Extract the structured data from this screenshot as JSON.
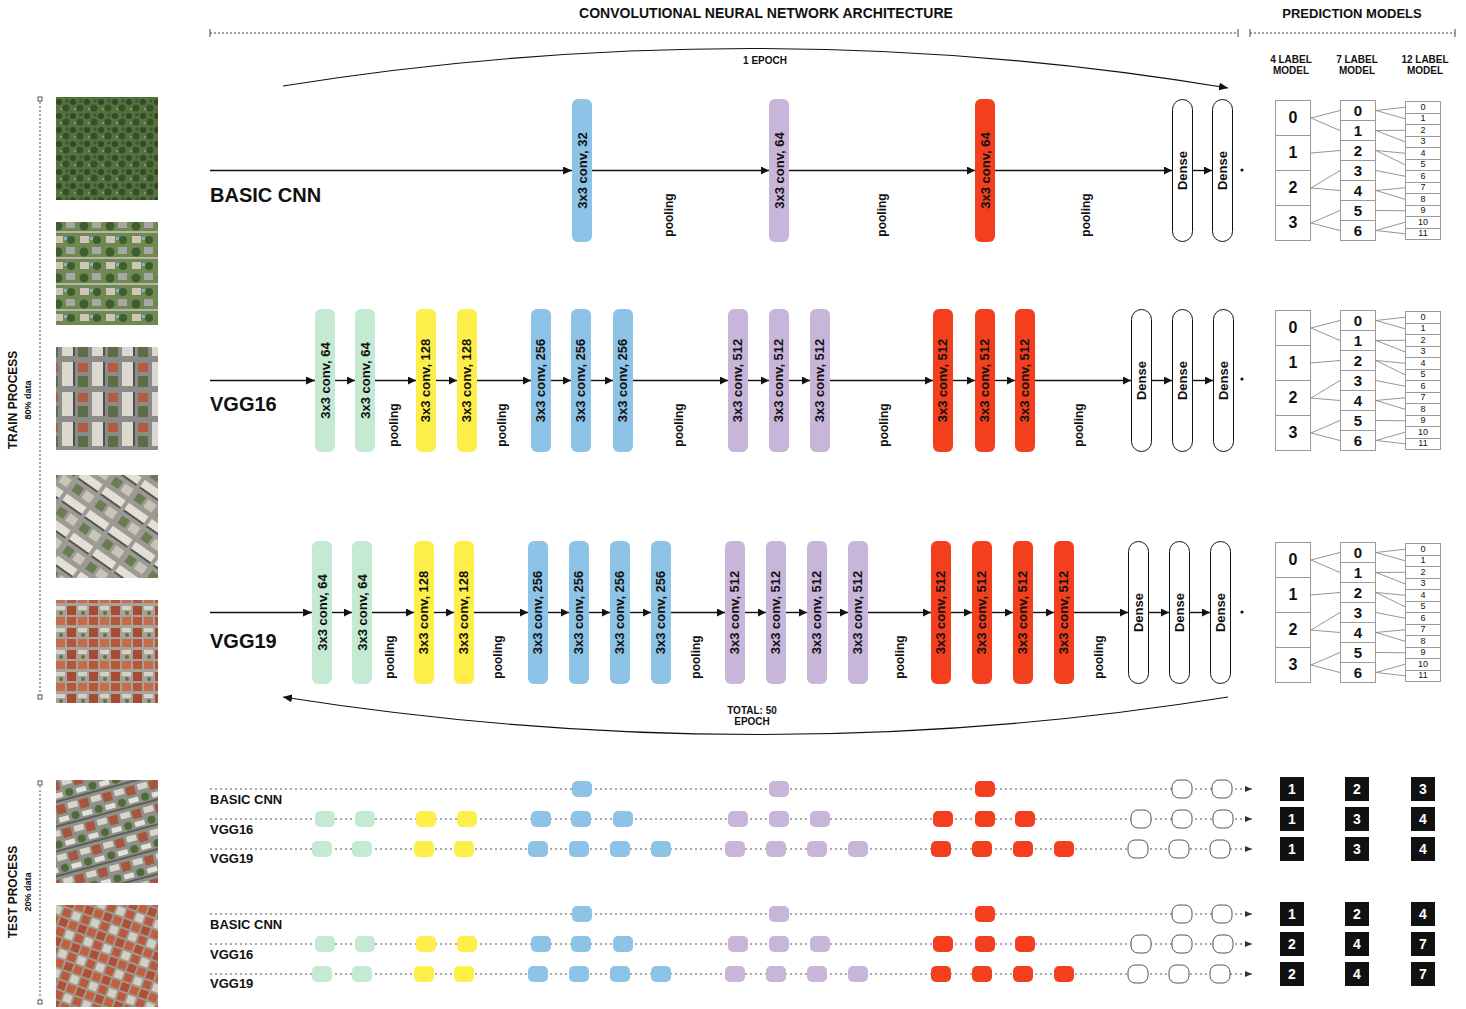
{
  "diagram": {
    "title": "CONVOLUTIONAL NEURAL NETWORK ARCHITECTURE",
    "nodes": [
      {
        "text": [
          "3x3 conv, 32"
        ]
      },
      {
        "text": [
          "3x3 conv, 64"
        ]
      },
      {
        "text": [
          "3x3 conv, 64"
        ]
      },
      {
        "text": [
          "Dense"
        ]
      },
      {
        "text": [
          "Dense"
        ]
      },
      {
        "text": [
          "0"
        ]
      },
      {
        "text": [
          "1"
        ]
      },
      {
        "text": [
          "2"
        ]
      },
      {
        "text": [
          "3"
        ]
      },
      {
        "text": [
          "0"
        ]
      },
      {
        "text": [
          "1"
        ]
      },
      {
        "text": [
          "2"
        ]
      },
      {
        "text": [
          "3"
        ]
      },
      {
        "text": [
          "4"
        ]
      },
      {
        "text": [
          "5"
        ]
      },
      {
        "text": [
          "6"
        ]
      },
      {
        "text": [
          "0"
        ]
      },
      {
        "text": [
          "1"
        ]
      },
      {
        "text": [
          "2"
        ]
      },
      {
        "text": [
          "3"
        ]
      },
      {
        "text": [
          "4"
        ]
      },
      {
        "text": [
          "5"
        ]
      },
      {
        "text": [
          "6"
        ]
      },
      {
        "text": [
          "7"
        ]
      },
      {
        "text": [
          "8"
        ]
      },
      {
        "text": [
          "9"
        ]
      },
      {
        "text": [
          "10"
        ]
      },
      {
        "text": [
          "11"
        ]
      },
      {
        "text": [
          "3x3 conv, 64"
        ]
      },
      {
        "text": [
          "3x3 conv, 64"
        ]
      },
      {
        "text": [
          "3x3 conv, 128"
        ]
      },
      {
        "text": [
          "3x3 conv, 128"
        ]
      },
      {
        "text": [
          "3x3 conv, 256"
        ]
      },
      {
        "text": [
          "3x3 conv, 256"
        ]
      },
      {
        "text": [
          "3x3 conv, 256"
        ]
      },
      {
        "text": [
          "3x3 conv, 512"
        ]
      },
      {
        "text": [
          "3x3 conv, 512"
        ]
      },
      {
        "text": [
          "3x3 conv, 512"
        ]
      },
      {
        "text": [
          "3x3 conv, 512"
        ]
      },
      {
        "text": [
          "3x3 conv, 512"
        ]
      },
      {
        "text": [
          "3x3 conv, 512"
        ]
      },
      {
        "text": [
          "Dense"
        ]
      },
      {
        "text": [
          "Dense"
        ]
      },
      {
        "text": [
          "Dense"
        ]
      },
      {
        "text": [
          "0"
        ]
      },
      {
        "text": [
          "1"
        ]
      },
      {
        "text": [
          "2"
        ]
      },
      {
        "text": [
          "3"
        ]
      },
      {
        "text": [
          "0"
        ]
      },
      {
        "text": [
          "1"
        ]
      },
      {
        "text": [
          "2"
        ]
      },
      {
        "text": [
          "3"
        ]
      },
      {
        "text": [
          "4"
        ]
      },
      {
        "text": [
          "5"
        ]
      },
      {
        "text": [
          "6"
        ]
      },
      {
        "text": [
          "0"
        ]
      },
      {
        "text": [
          "1"
        ]
      },
      {
        "text": [
          "2"
        ]
      },
      {
        "text": [
          "3"
        ]
      },
      {
        "text": [
          "4"
        ]
      },
      {
        "text": [
          "5"
        ]
      },
      {
        "text": [
          "6"
        ]
      },
      {
        "text": [
          "7"
        ]
      },
      {
        "text": [
          "8"
        ]
      },
      {
        "text": [
          "9"
        ]
      },
      {
        "text": [
          "10"
        ]
      },
      {
        "text": [
          "11"
        ]
      },
      {
        "text": [
          "3x3 conv, 64"
        ]
      },
      {
        "text": [
          "3x3 conv, 64"
        ]
      },
      {
        "text": [
          "3x3 conv, 128"
        ]
      },
      {
        "text": [
          "3x3 conv, 128"
        ]
      },
      {
        "text": [
          "3x3 conv, 256"
        ]
      },
      {
        "text": [
          "3x3 conv, 256"
        ]
      },
      {
        "text": [
          "3x3 conv, 256"
        ]
      },
      {
        "text": [
          "3x3 conv, 256"
        ]
      },
      {
        "text": [
          "3x3 conv, 512"
        ]
      },
      {
        "text": [
          "3x3 conv, 512"
        ]
      },
      {
        "text": [
          "3x3 conv, 512"
        ]
      },
      {
        "text": [
          "3x3 conv, 512"
        ]
      },
      {
        "text": [
          "3x3 conv, 512"
        ]
      },
      {
        "text": [
          "3x3 conv, 512"
        ]
      },
      {
        "text": [
          "3x3 conv, 512"
        ]
      },
      {
        "text": [
          "3x3 conv, 512"
        ]
      },
      {
        "text": [
          "Dense"
        ]
      },
      {
        "text": [
          "Dense"
        ]
      },
      {
        "text": [
          "Dense"
        ]
      },
      {
        "text": [
          "0"
        ]
      },
      {
        "text": [
          "1"
        ]
      },
      {
        "text": [
          "2"
        ]
      },
      {
        "text": [
          "3"
        ]
      },
      {
        "text": [
          "0"
        ]
      },
      {
        "text": [
          "1"
        ]
      },
      {
        "text": [
          "2"
        ]
      },
      {
        "text": [
          "3"
        ]
      },
      {
        "text": [
          "4"
        ]
      },
      {
        "text": [
          "5"
        ]
      },
      {
        "text": [
          "6"
        ]
      },
      {
        "text": [
          "0"
        ]
      },
      {
        "text": [
          "1"
        ]
      },
      {
        "text": [
          "2"
        ]
      },
      {
        "text": [
          "3"
        ]
      },
      {
        "text": [
          "4"
        ]
      },
      {
        "text": [
          "5"
        ]
      },
      {
        "text": [
          "6"
        ]
      },
      {
        "text": [
          "7"
        ]
      },
      {
        "text": [
          "8"
        ]
      },
      {
        "text": [
          "9"
        ]
      },
      {
        "text": [
          "10"
        ]
      },
      {
        "text": [
          "11"
        ]
      },
      {
        "text": [
          "1"
        ]
      },
      {
        "text": [
          "2"
        ]
      },
      {
        "text": [
          "3"
        ]
      },
      {
        "text": [
          "1"
        ]
      },
      {
        "text": [
          "3"
        ]
      },
      {
        "text": [
          "4"
        ]
      },
      {
        "text": [
          "1"
        ]
      },
      {
        "text": [
          "3"
        ]
      },
      {
        "text": [
          "4"
        ]
      },
      {
        "text": [
          "1"
        ]
      },
      {
        "text": [
          "2"
        ]
      },
      {
        "text": [
          "4"
        ]
      },
      {
        "text": [
          "2"
        ]
      },
      {
        "text": [
          "4"
        ]
      },
      {
        "text": [
          "7"
        ]
      },
      {
        "text": [
          "2"
        ]
      },
      {
        "text": [
          "4"
        ]
      },
      {
        "text": [
          "7"
        ]
      }
    ],
    "edges": [
      {
        "from": 0,
        "to": 1,
        "arrow": "to"
      },
      {
        "from": 1,
        "to": 2,
        "arrow": "to"
      },
      {
        "from": 2,
        "to": 3,
        "arrow": "to"
      },
      {
        "from": 3,
        "to": 4,
        "arrow": "to"
      },
      {
        "from": 5,
        "to": 9,
        "arrow": "none"
      },
      {
        "from": 5,
        "to": 10,
        "arrow": "none"
      },
      {
        "from": 6,
        "to": 11,
        "arrow": "none"
      },
      {
        "from": 7,
        "to": 12,
        "arrow": "none"
      },
      {
        "from": 7,
        "to": 13,
        "arrow": "none"
      },
      {
        "from": 8,
        "to": 14,
        "arrow": "none"
      },
      {
        "from": 8,
        "to": 15,
        "arrow": "none"
      },
      {
        "from": 9,
        "to": 16,
        "arrow": "none"
      },
      {
        "from": 9,
        "to": 17,
        "arrow": "none"
      },
      {
        "from": 10,
        "to": 18,
        "arrow": "none"
      },
      {
        "from": 10,
        "to": 19,
        "arrow": "none"
      },
      {
        "from": 11,
        "to": 20,
        "arrow": "none"
      },
      {
        "from": 11,
        "to": 21,
        "arrow": "none"
      },
      {
        "from": 12,
        "to": 22,
        "arrow": "none"
      },
      {
        "from": 13,
        "to": 23,
        "arrow": "none"
      },
      {
        "from": 13,
        "to": 24,
        "arrow": "none"
      },
      {
        "from": 14,
        "to": 25,
        "arrow": "none"
      },
      {
        "from": 15,
        "to": 26,
        "arrow": "none"
      },
      {
        "from": 15,
        "to": 27,
        "arrow": "none"
      },
      {
        "from": 28,
        "to": 29,
        "arrow": "to"
      },
      {
        "from": 29,
        "to": 30,
        "arrow": "to"
      },
      {
        "from": 30,
        "to": 31,
        "arrow": "to"
      },
      {
        "from": 31,
        "to": 32,
        "arrow": "to"
      },
      {
        "from": 32,
        "to": 33,
        "arrow": "to"
      },
      {
        "from": 33,
        "to": 34,
        "arrow": "to"
      },
      {
        "from": 34,
        "to": 35,
        "arrow": "to"
      },
      {
        "from": 35,
        "to": 36,
        "arrow": "to"
      },
      {
        "from": 36,
        "to": 37,
        "arrow": "to"
      },
      {
        "from": 37,
        "to": 38,
        "arrow": "to"
      },
      {
        "from": 38,
        "to": 39,
        "arrow": "to"
      },
      {
        "from": 39,
        "to": 40,
        "arrow": "to"
      },
      {
        "from": 40,
        "to": 41,
        "arrow": "to"
      },
      {
        "from": 41,
        "to": 42,
        "arrow": "to"
      },
      {
        "from": 42,
        "to": 43,
        "arrow": "to"
      },
      {
        "from": 44,
        "to": 48,
        "arrow": "none"
      },
      {
        "from": 44,
        "to": 49,
        "arrow": "none"
      },
      {
        "from": 45,
        "to": 50,
        "arrow": "none"
      },
      {
        "from": 46,
        "to": 51,
        "arrow": "none"
      },
      {
        "from": 46,
        "to": 52,
        "arrow": "none"
      },
      {
        "from": 47,
        "to": 53,
        "arrow": "none"
      },
      {
        "from": 47,
        "to": 54,
        "arrow": "none"
      },
      {
        "from": 48,
        "to": 55,
        "arrow": "none"
      },
      {
        "from": 48,
        "to": 56,
        "arrow": "none"
      },
      {
        "from": 49,
        "to": 57,
        "arrow": "none"
      },
      {
        "from": 49,
        "to": 58,
        "arrow": "none"
      },
      {
        "from": 50,
        "to": 59,
        "arrow": "none"
      },
      {
        "from": 50,
        "to": 60,
        "arrow": "none"
      },
      {
        "from": 51,
        "to": 61,
        "arrow": "none"
      },
      {
        "from": 52,
        "to": 62,
        "arrow": "none"
      },
      {
        "from": 52,
        "to": 63,
        "arrow": "none"
      },
      {
        "from": 53,
        "to": 64,
        "arrow": "none"
      },
      {
        "from": 54,
        "to": 65,
        "arrow": "none"
      },
      {
        "from": 54,
        "to": 66,
        "arrow": "none"
      },
      {
        "from": 67,
        "to": 68,
        "arrow": "to"
      },
      {
        "from": 68,
        "to": 69,
        "arrow": "to"
      },
      {
        "from": 69,
        "to": 70,
        "arrow": "to"
      },
      {
        "from": 70,
        "to": 71,
        "arrow": "to"
      },
      {
        "from": 71,
        "to": 72,
        "arrow": "to"
      },
      {
        "from": 72,
        "to": 73,
        "arrow": "to"
      },
      {
        "from": 73,
        "to": 74,
        "arrow": "to"
      },
      {
        "from": 74,
        "to": 75,
        "arrow": "to"
      },
      {
        "from": 75,
        "to": 76,
        "arrow": "to"
      },
      {
        "from": 76,
        "to": 77,
        "arrow": "to"
      },
      {
        "from": 77,
        "to": 78,
        "arrow": "to"
      },
      {
        "from": 78,
        "to": 79,
        "arrow": "to"
      },
      {
        "from": 79,
        "to": 80,
        "arrow": "to"
      },
      {
        "from": 80,
        "to": 81,
        "arrow": "to"
      },
      {
        "from": 81,
        "to": 82,
        "arrow": "to"
      },
      {
        "from": 82,
        "to": 83,
        "arrow": "to"
      },
      {
        "from": 83,
        "to": 84,
        "arrow": "to"
      },
      {
        "from": 84,
        "to": 85,
        "arrow": "to"
      },
      {
        "from": 86,
        "to": 90,
        "arrow": "none"
      },
      {
        "from": 86,
        "to": 91,
        "arrow": "none"
      },
      {
        "from": 87,
        "to": 92,
        "arrow": "none"
      },
      {
        "from": 88,
        "to": 93,
        "arrow": "none"
      },
      {
        "from": 88,
        "to": 94,
        "arrow": "none"
      },
      {
        "from": 89,
        "to": 95,
        "arrow": "none"
      },
      {
        "from": 89,
        "to": 96,
        "arrow": "none"
      },
      {
        "from": 90,
        "to": 97,
        "arrow": "none"
      },
      {
        "from": 90,
        "to": 98,
        "arrow": "none"
      },
      {
        "from": 91,
        "to": 99,
        "arrow": "none"
      },
      {
        "from": 91,
        "to": 100,
        "arrow": "none"
      },
      {
        "from": 92,
        "to": 101,
        "arrow": "none"
      },
      {
        "from": 92,
        "to": 102,
        "arrow": "none"
      },
      {
        "from": 93,
        "to": 103,
        "arrow": "none"
      },
      {
        "from": 94,
        "to": 104,
        "arrow": "none"
      },
      {
        "from": 94,
        "to": 105,
        "arrow": "none"
      },
      {
        "from": 95,
        "to": 106,
        "arrow": "none"
      },
      {
        "from": 96,
        "to": 107,
        "arrow": "none"
      },
      {
        "from": 96,
        "to": 108,
        "arrow": "none"
      }
    ],
    "labels": [
      "PREDICTION MODELS",
      "1 EPOCH",
      "4 LABEL MODEL",
      "7 LABEL MODEL",
      "12 LABEL MODEL",
      "TRAIN PROCESS",
      "80% data",
      "BASIC CNN",
      "pooling",
      "pooling",
      "pooling",
      "VGG16",
      "pooling",
      "pooling",
      "pooling",
      "pooling",
      "pooling",
      "VGG19",
      "pooling",
      "pooling",
      "pooling",
      "pooling",
      "pooling",
      "TOTAL: 50 EPOCH",
      "TEST PROCESS",
      "20% data",
      "BASIC CNN",
      "VGG16",
      "VGG19",
      "BASIC CNN",
      "VGG16",
      "VGG19"
    ]
  }
}
